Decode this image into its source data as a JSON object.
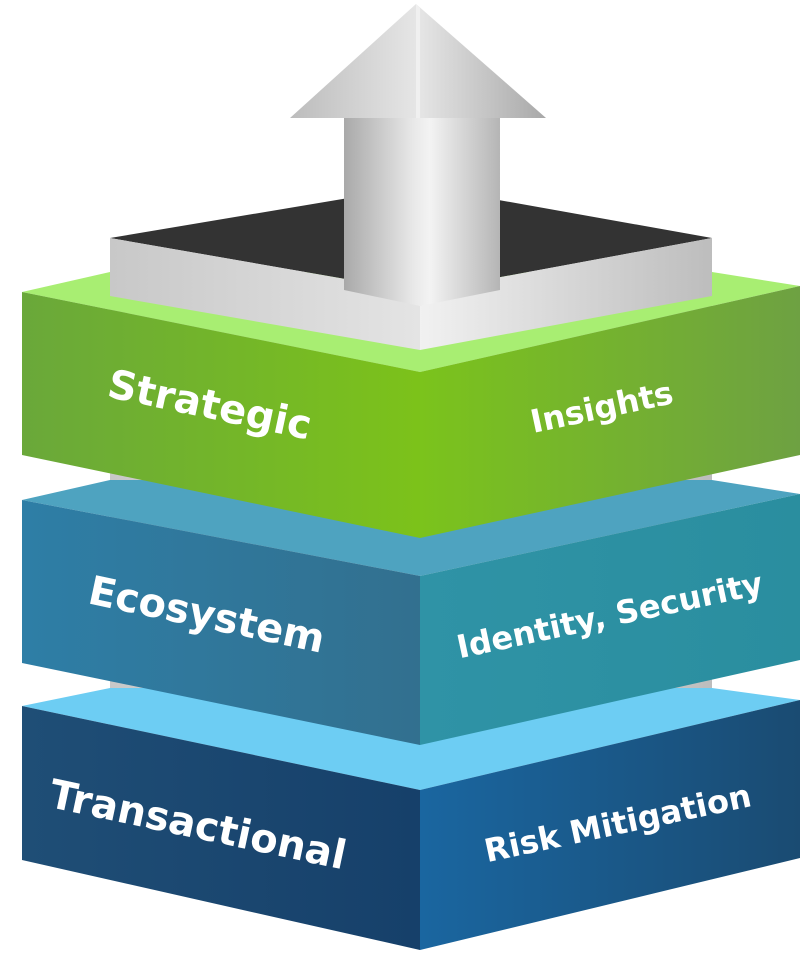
{
  "tiers": [
    {
      "left_label": "Strategic",
      "right_label": "Insights"
    },
    {
      "left_label": "Ecosystem",
      "right_label": "Identity, Security"
    },
    {
      "left_label": "Transactional",
      "right_label": "Risk Mitigation"
    }
  ],
  "colors": {
    "strategic": "#7cc142",
    "ecosystem": "#2f8fa8",
    "transactional": "#1c5a86",
    "core": "#c9c9c9",
    "arrow": "#d3d3d3"
  }
}
